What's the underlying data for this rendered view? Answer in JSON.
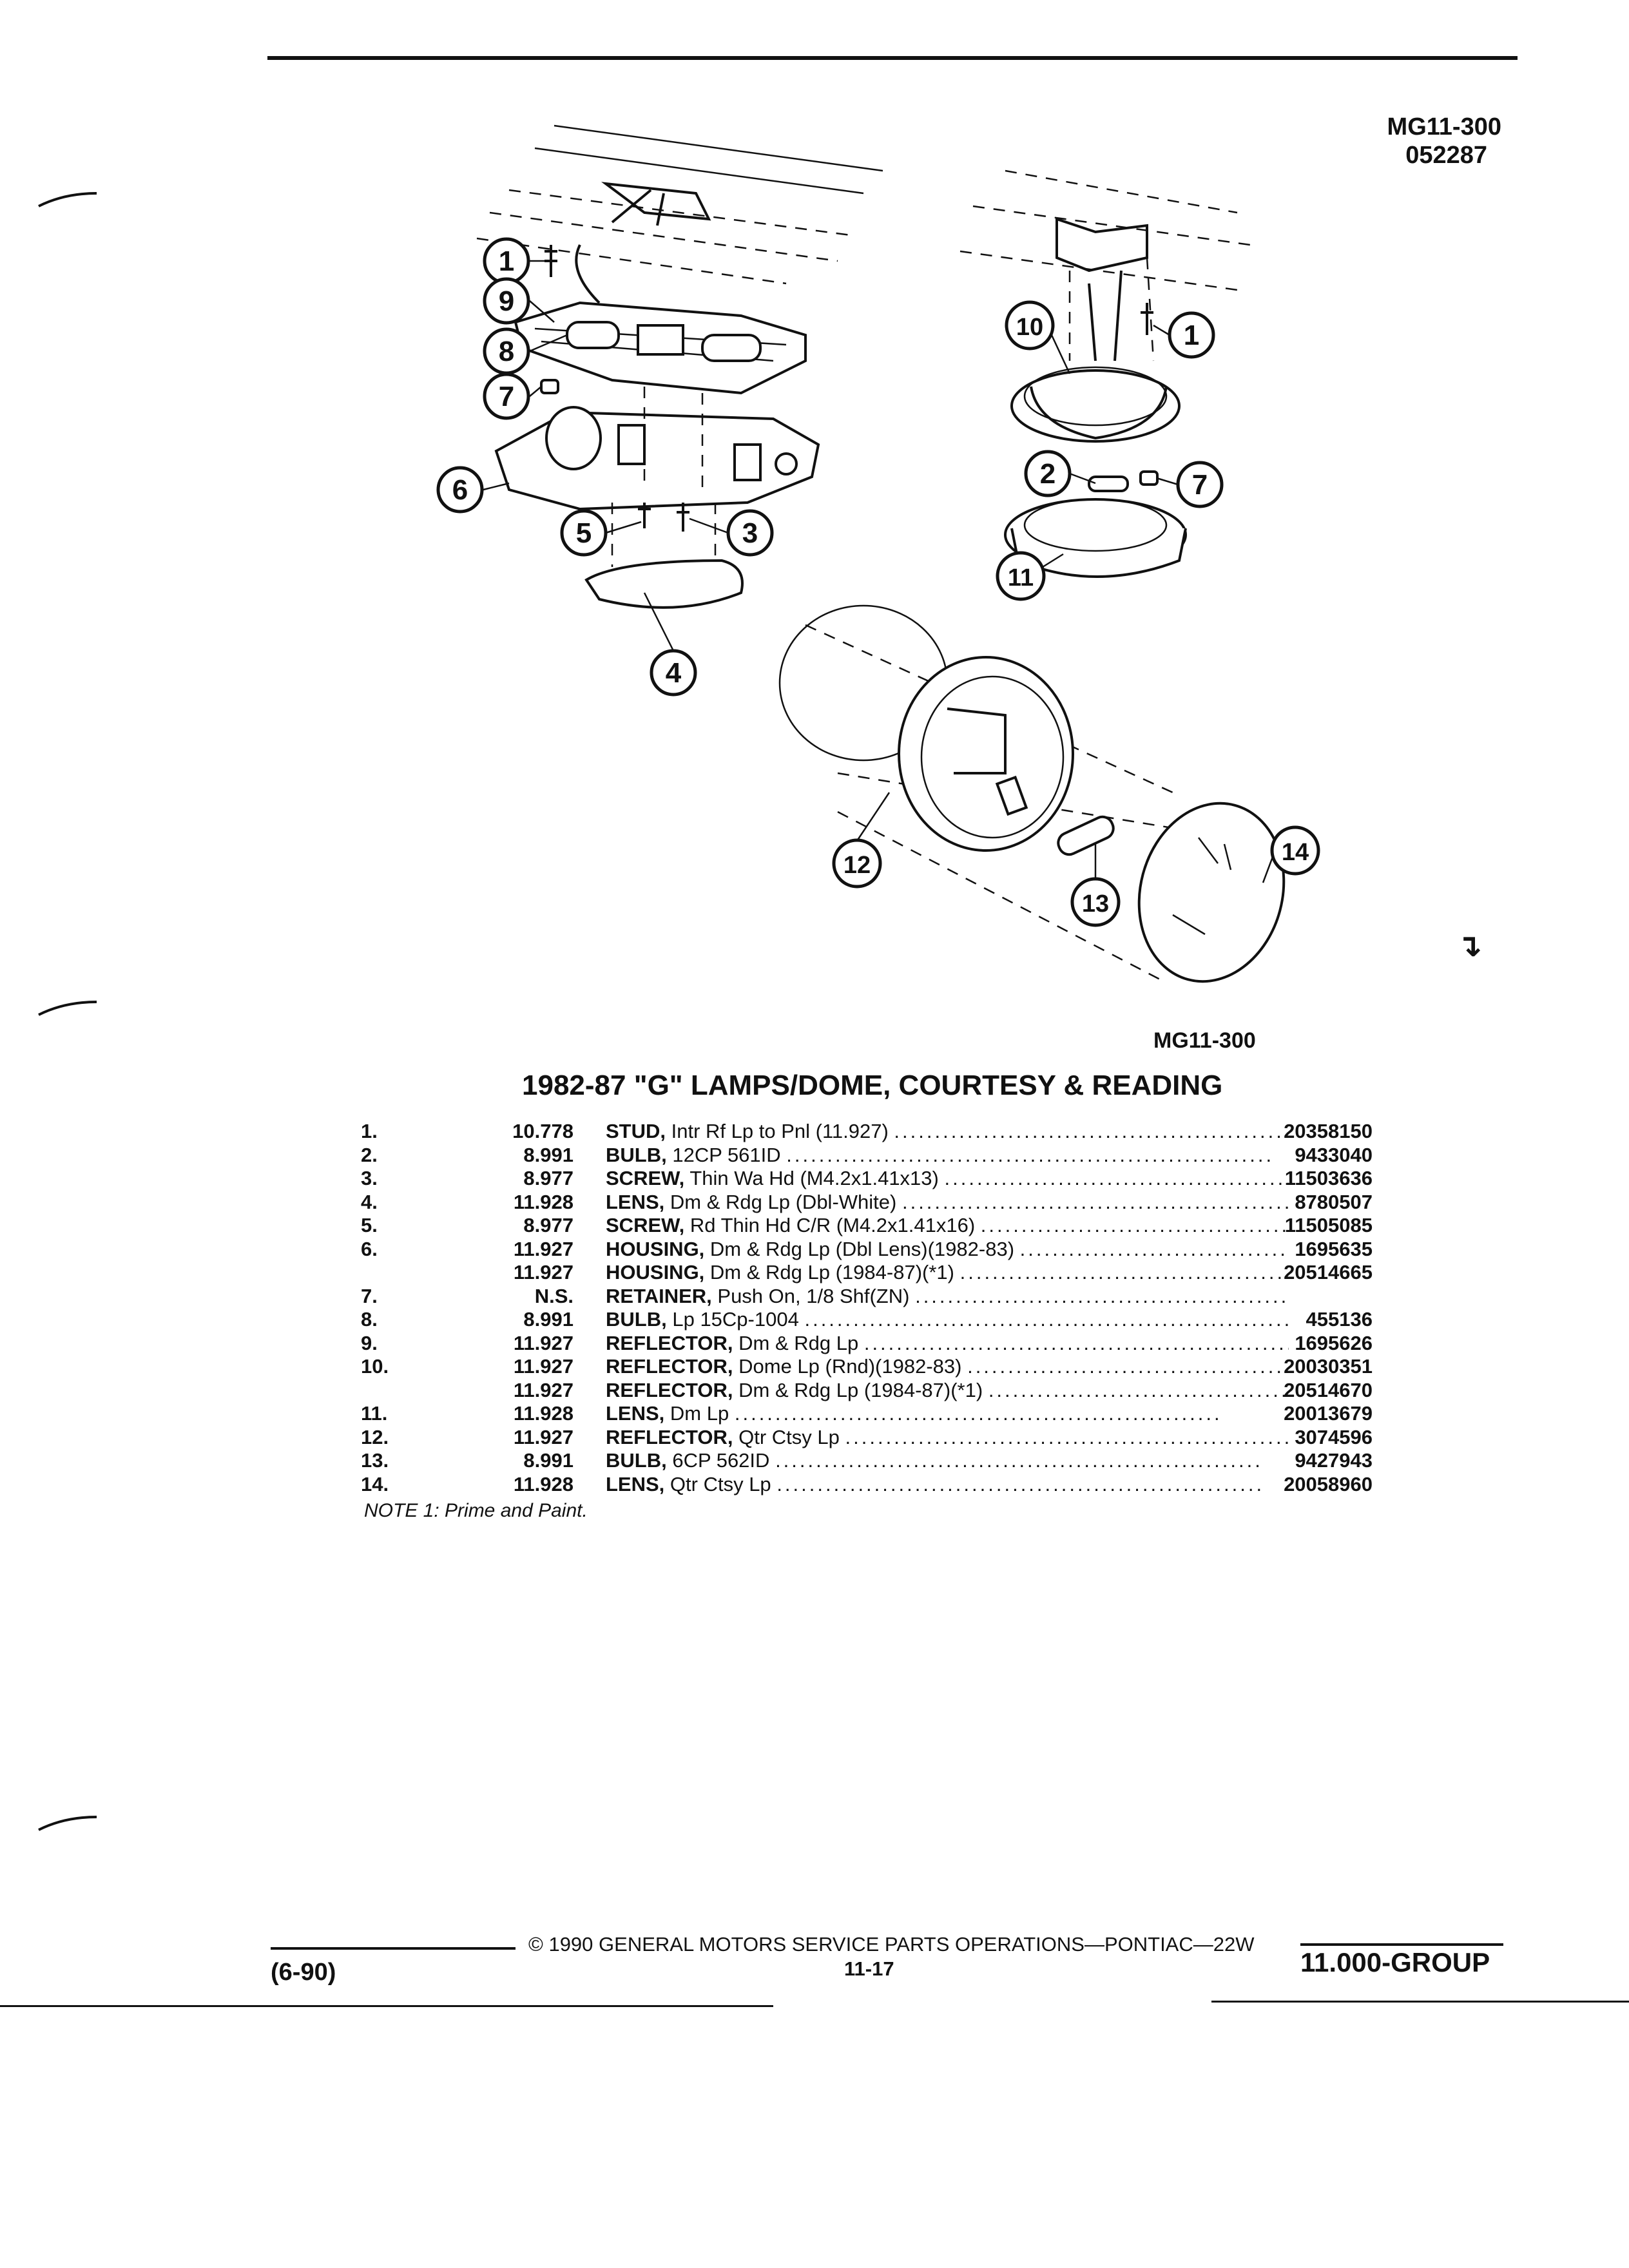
{
  "header": {
    "doc_code": "MG11-300",
    "doc_date": "052287"
  },
  "diagram": {
    "label": "MG11-300",
    "callouts": [
      "1",
      "2",
      "3",
      "4",
      "5",
      "6",
      "7",
      "8",
      "9",
      "10",
      "11",
      "12",
      "13",
      "14"
    ]
  },
  "title": "1982-87 \"G\" LAMPS/DOME, COURTESY & READING",
  "parts": [
    {
      "no": "1.",
      "group": "10.778",
      "name": "STUD,",
      "desc": "Intr Rf Lp to Pnl (11.927)",
      "pn": "20358150"
    },
    {
      "no": "2.",
      "group": "8.991",
      "name": "BULB,",
      "desc": "12CP 561ID",
      "pn": "9433040"
    },
    {
      "no": "3.",
      "group": "8.977",
      "name": "SCREW,",
      "desc": "Thin Wa Hd (M4.2x1.41x13)",
      "pn": "11503636"
    },
    {
      "no": "4.",
      "group": "11.928",
      "name": "LENS,",
      "desc": "Dm & Rdg Lp (Dbl-White)",
      "pn": "8780507"
    },
    {
      "no": "5.",
      "group": "8.977",
      "name": "SCREW,",
      "desc": "Rd Thin Hd C/R (M4.2x1.41x16)",
      "pn": "11505085"
    },
    {
      "no": "6.",
      "group": "11.927",
      "name": "HOUSING,",
      "desc": "Dm & Rdg Lp (Dbl Lens)(1982-83)",
      "pn": "1695635"
    },
    {
      "no": "",
      "group": "11.927",
      "name": "HOUSING,",
      "desc": "Dm & Rdg Lp (1984-87)(*1)",
      "pn": "20514665"
    },
    {
      "no": "7.",
      "group": "N.S.",
      "name": "RETAINER,",
      "desc": "Push On, 1/8 Shf(ZN)",
      "pn": ""
    },
    {
      "no": "8.",
      "group": "8.991",
      "name": "BULB,",
      "desc": "Lp 15Cp-1004",
      "pn": "455136"
    },
    {
      "no": "9.",
      "group": "11.927",
      "name": "REFLECTOR,",
      "desc": "Dm & Rdg Lp",
      "pn": "1695626"
    },
    {
      "no": "10.",
      "group": "11.927",
      "name": "REFLECTOR,",
      "desc": "Dome Lp (Rnd)(1982-83)",
      "pn": "20030351"
    },
    {
      "no": "",
      "group": "11.927",
      "name": "REFLECTOR,",
      "desc": "Dm & Rdg Lp (1984-87)(*1)",
      "pn": "20514670"
    },
    {
      "no": "11.",
      "group": "11.928",
      "name": "LENS,",
      "desc": "Dm Lp",
      "pn": "20013679"
    },
    {
      "no": "12.",
      "group": "11.927",
      "name": "REFLECTOR,",
      "desc": "Qtr Ctsy Lp",
      "pn": "3074596"
    },
    {
      "no": "13.",
      "group": "8.991",
      "name": "BULB,",
      "desc": "6CP 562ID",
      "pn": "9427943"
    },
    {
      "no": "14.",
      "group": "11.928",
      "name": "LENS,",
      "desc": "Qtr Ctsy Lp",
      "pn": "20058960"
    }
  ],
  "note": "NOTE 1: Prime and Paint.",
  "footer": {
    "date": "(6-90)",
    "copyright": "© 1990 GENERAL MOTORS SERVICE PARTS OPERATIONS—PONTIAC—22W",
    "page": "11-17",
    "group": "11.000-GROUP"
  }
}
